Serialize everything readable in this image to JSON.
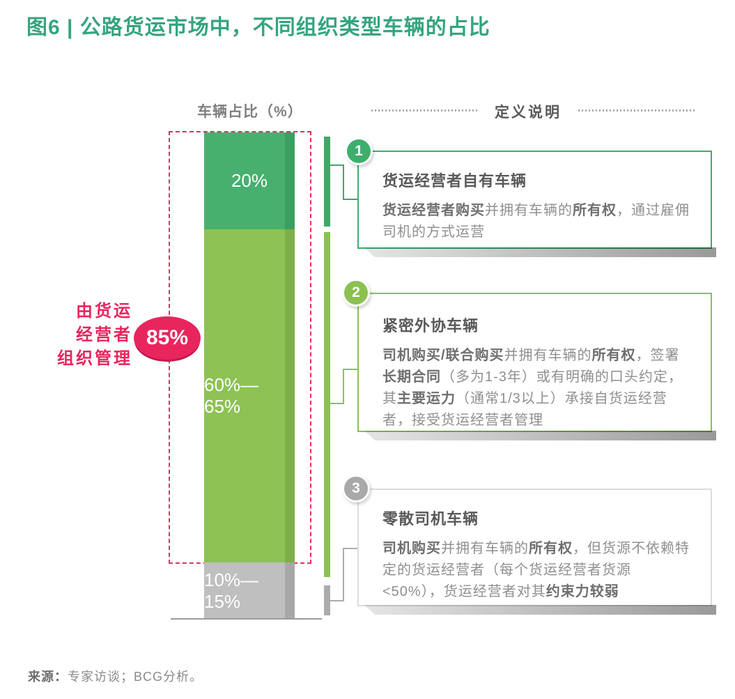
{
  "figure": {
    "title": "图6 | 公路货运市场中，不同组织类型车辆的占比",
    "source_label": "来源：",
    "source_text": "专家访谈；BCG分析。"
  },
  "chart_data": {
    "type": "bar",
    "stacked": true,
    "orientation": "vertical",
    "axis_label": "车辆占比（%）",
    "categories": [
      "货运经营者自有车辆",
      "紧密外协车辆",
      "零散司机车辆"
    ],
    "values": [
      20,
      62.5,
      12.5
    ],
    "value_labels": [
      "20%",
      "60%—65%",
      "10%—15%"
    ],
    "segment_colors": [
      "#47B06F",
      "#8DC254",
      "#BFBFBF"
    ],
    "annotation": {
      "label_lines": [
        "由货运",
        "经营者",
        "组织管理"
      ],
      "value_label": "85%",
      "value": 85,
      "color": "#E8255D",
      "covers_segments": [
        "货运经营者自有车辆",
        "紧密外协车辆"
      ]
    }
  },
  "definitions": {
    "header": "定义说明",
    "items": [
      {
        "number": "1",
        "accent": "#3FAE6C",
        "title": "货运经营者自有车辆",
        "body_runs": [
          {
            "t": "货运经营者购买",
            "b": true
          },
          {
            "t": "并拥有车辆的",
            "b": false
          },
          {
            "t": "所有权",
            "b": true
          },
          {
            "t": "，通过雇佣司机的方式运营",
            "b": false
          }
        ]
      },
      {
        "number": "2",
        "accent": "#8CC152",
        "title": "紧密外协车辆",
        "body_runs": [
          {
            "t": "司机购买/联合购买",
            "b": true
          },
          {
            "t": "并拥有车辆的",
            "b": false
          },
          {
            "t": "所有权",
            "b": true
          },
          {
            "t": "，签署",
            "b": false
          },
          {
            "t": "长期合同",
            "b": true
          },
          {
            "t": "（多为1-3年）或有明确的口头约定，其",
            "b": false
          },
          {
            "t": "主要运力",
            "b": true
          },
          {
            "t": "（通常1/3以上）承接自货运经营者，接受货运经营者管理",
            "b": false
          }
        ]
      },
      {
        "number": "3",
        "accent": "#A9A9A9",
        "title": "零散司机车辆",
        "body_runs": [
          {
            "t": "司机购买",
            "b": true
          },
          {
            "t": "并拥有车辆的",
            "b": false
          },
          {
            "t": "所有权",
            "b": true
          },
          {
            "t": "，但货源不依赖特定的货运经营者（每个货运经营者货源<50%），货运经营者对其",
            "b": false
          },
          {
            "t": "约束力较弱",
            "b": true
          }
        ]
      }
    ]
  },
  "colors": {
    "title_green": "#35A57E",
    "segment1_green": "#47B06F",
    "segment2_green": "#8DC254",
    "segment3_gray": "#BFBFBF",
    "accent_pink": "#E8255D",
    "header_text": "#595959",
    "body_text": "#8F8F8F"
  }
}
